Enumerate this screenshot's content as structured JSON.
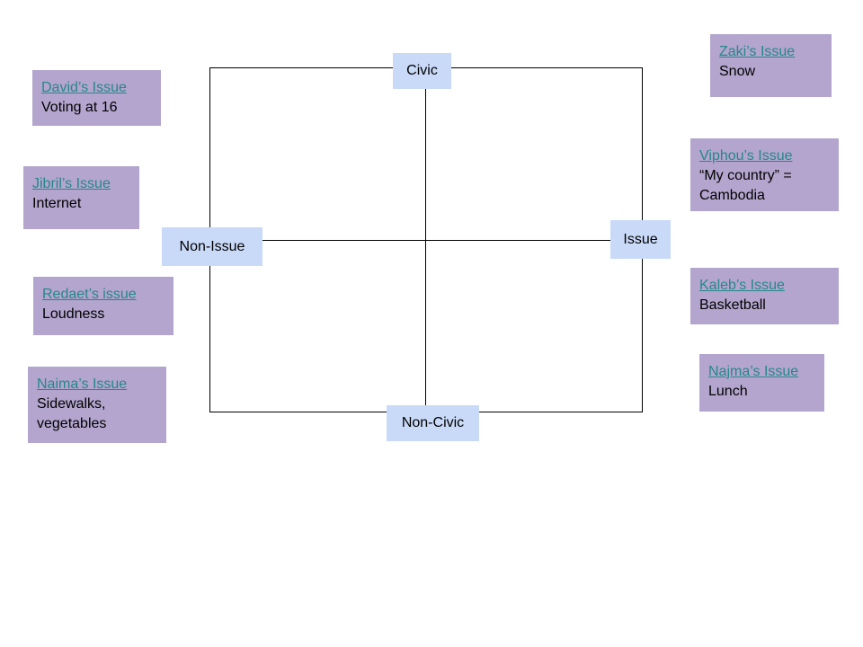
{
  "colors": {
    "card_background": "#b3a5cd",
    "axis_label_background": "#c9daf8",
    "link_text": "#26878a",
    "body_text": "#000000",
    "line": "#000000",
    "page_background": "#ffffff"
  },
  "axes": {
    "top": "Civic",
    "bottom": "Non-Civic",
    "left": "Non-Issue",
    "right": "Issue"
  },
  "cards": [
    {
      "title": "David’s Issue",
      "body": "Voting at 16"
    },
    {
      "title": "Jibril’s Issue",
      "body": "Internet"
    },
    {
      "title": "Redaet’s issue",
      "body": "Loudness"
    },
    {
      "title": "Naima’s Issue",
      "body": "Sidewalks, vegetables"
    },
    {
      "title": "Zaki’s Issue",
      "body": "Snow"
    },
    {
      "title": "Viphou’s Issue",
      "body": "“My country” = Cambodia"
    },
    {
      "title": "Kaleb’s Issue",
      "body": "Basketball"
    },
    {
      "title": "Najma’s Issue",
      "body": "Lunch"
    }
  ]
}
